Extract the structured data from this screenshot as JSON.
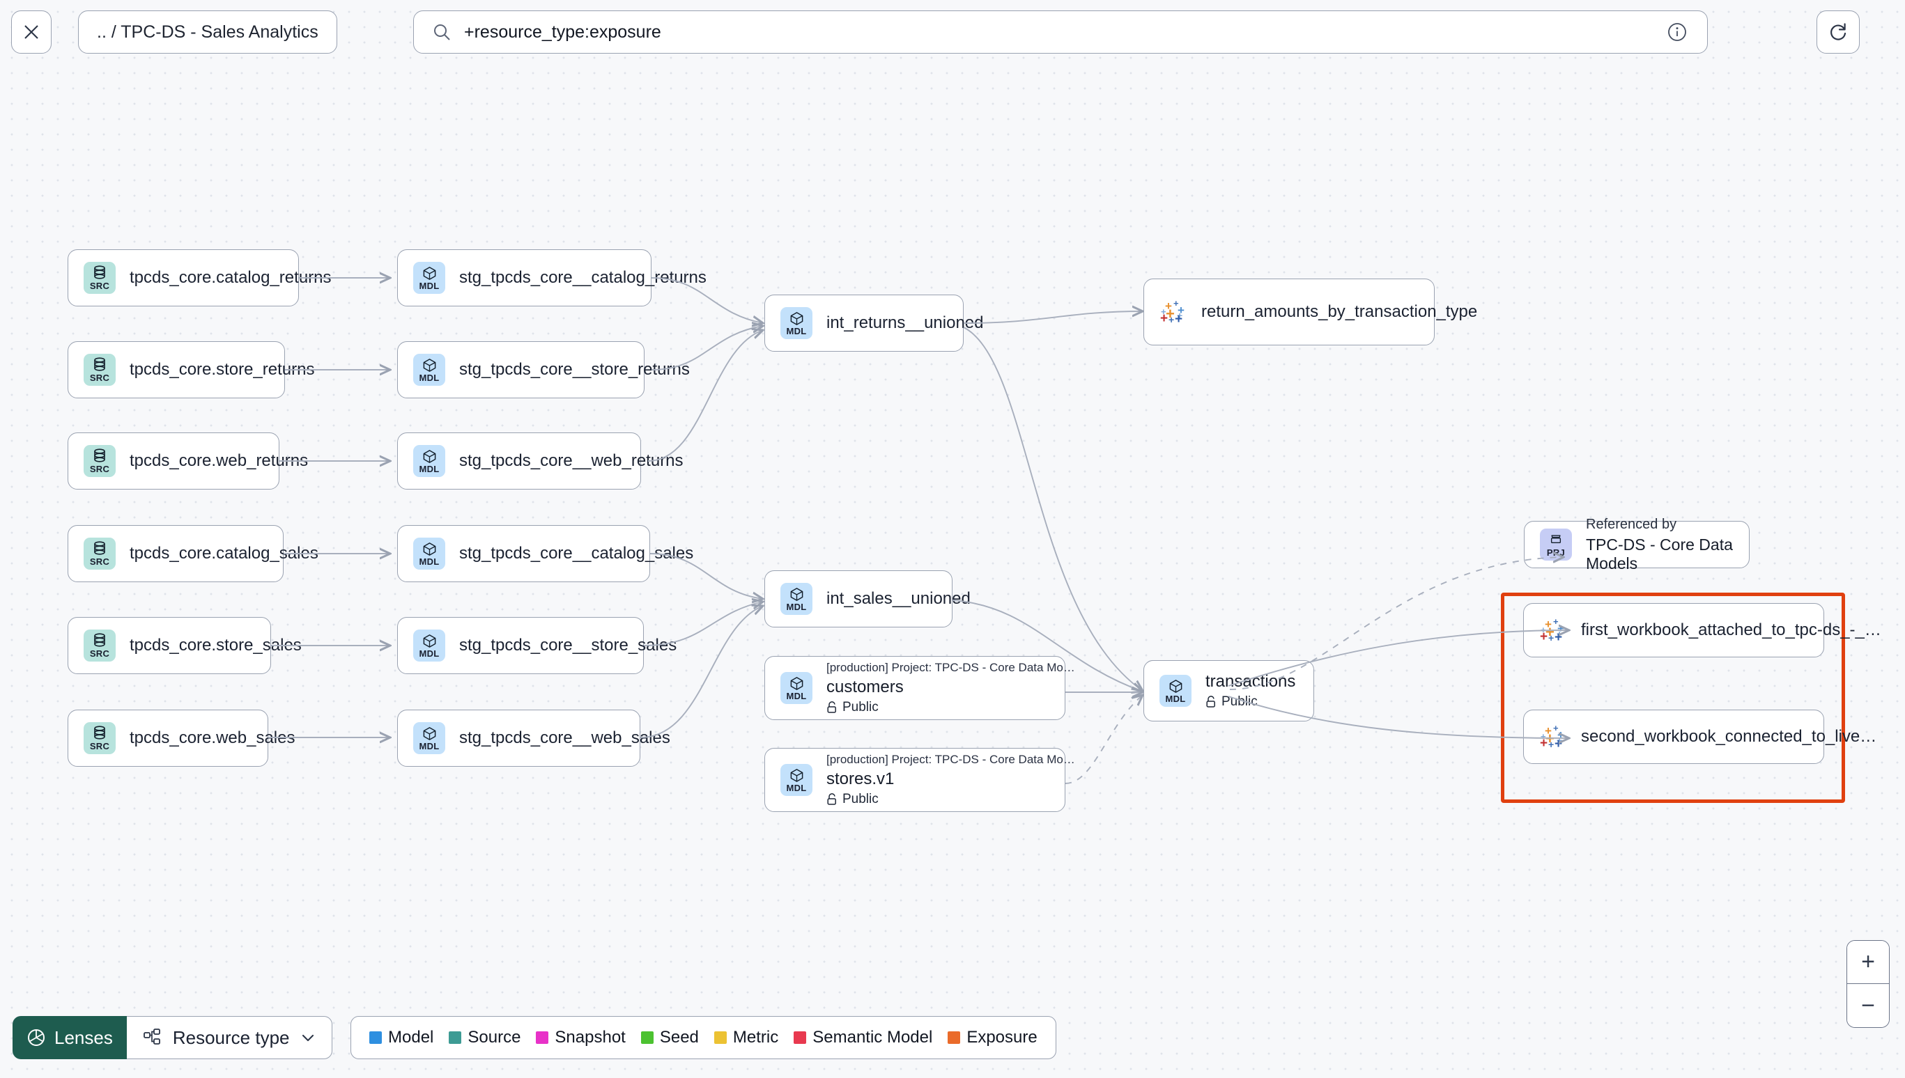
{
  "topbar": {
    "close_icon": "close-icon",
    "breadcrumb": ".. / TPC-DS - Sales Analytics",
    "search": {
      "icon": "search-icon",
      "value": "+resource_type:exposure",
      "info_icon": "info-icon"
    },
    "refresh_icon": "refresh-icon"
  },
  "graph": {
    "sources": [
      {
        "badge": "SRC",
        "label": "tpcds_core.catalog_returns"
      },
      {
        "badge": "SRC",
        "label": "tpcds_core.store_returns"
      },
      {
        "badge": "SRC",
        "label": "tpcds_core.web_returns"
      },
      {
        "badge": "SRC",
        "label": "tpcds_core.catalog_sales"
      },
      {
        "badge": "SRC",
        "label": "tpcds_core.store_sales"
      },
      {
        "badge": "SRC",
        "label": "tpcds_core.web_sales"
      }
    ],
    "staging": [
      {
        "badge": "MDL",
        "label": "stg_tpcds_core__catalog_returns"
      },
      {
        "badge": "MDL",
        "label": "stg_tpcds_core__store_returns"
      },
      {
        "badge": "MDL",
        "label": "stg_tpcds_core__web_returns"
      },
      {
        "badge": "MDL",
        "label": "stg_tpcds_core__catalog_sales"
      },
      {
        "badge": "MDL",
        "label": "stg_tpcds_core__store_sales"
      },
      {
        "badge": "MDL",
        "label": "stg_tpcds_core__web_sales"
      }
    ],
    "intermediate": [
      {
        "badge": "MDL",
        "label": "int_returns__unioned"
      },
      {
        "badge": "MDL",
        "label": "int_sales__unioned"
      }
    ],
    "projects_models": [
      {
        "badge": "MDL",
        "project": "[production] Project: TPC-DS - Core Data Mo…",
        "name": "customers",
        "access": "Public",
        "access_icon": "unlock-icon"
      },
      {
        "badge": "MDL",
        "project": "[production] Project: TPC-DS - Core Data Mo…",
        "name": "stores.v1",
        "access": "Public",
        "access_icon": "unlock-icon"
      }
    ],
    "transactions": {
      "badge": "MDL",
      "name": "transactions",
      "access": "Public",
      "access_icon": "unlock-icon"
    },
    "referenced_by": {
      "badge": "PRJ",
      "caption": "Referenced by",
      "name": "TPC-DS - Core Data Models"
    },
    "exposures": [
      {
        "icon": "tableau-exposure-icon",
        "label": "return_amounts_by_transaction_type"
      },
      {
        "icon": "tableau-exposure-icon",
        "label": "first_workbook_attached_to_tpc-ds_-_…"
      },
      {
        "icon": "tableau-exposure-icon",
        "label": "second_workbook_connected_to_live…"
      }
    ],
    "highlight_color": "#e0400f"
  },
  "bottombar": {
    "lenses": {
      "icon": "aperture-icon",
      "label": "Lenses",
      "color": "#1e5c4f"
    },
    "resource_type": {
      "icon": "nodes-icon",
      "label": "Resource type",
      "chevron": "chevron-down-icon"
    },
    "legend": [
      {
        "label": "Model",
        "color": "#2e8fe0"
      },
      {
        "label": "Source",
        "color": "#3d9b94"
      },
      {
        "label": "Snapshot",
        "color": "#e832c8"
      },
      {
        "label": "Seed",
        "color": "#4cc230"
      },
      {
        "label": "Metric",
        "color": "#ecc233"
      },
      {
        "label": "Semantic Model",
        "color": "#e8394f"
      },
      {
        "label": "Exposure",
        "color": "#ea6b2a"
      }
    ],
    "zoom": {
      "in": "+",
      "out": "−"
    }
  }
}
